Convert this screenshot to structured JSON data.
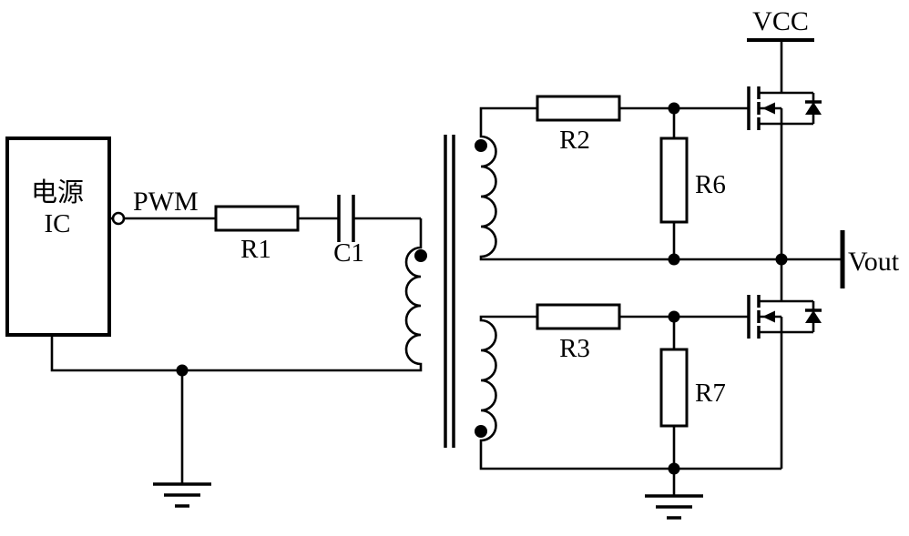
{
  "labels": {
    "ic_line1": "电源",
    "ic_line2": "IC",
    "pwm": "PWM",
    "r1": "R1",
    "c1": "C1",
    "r2": "R2",
    "r3": "R3",
    "r6": "R6",
    "r7": "R7",
    "vcc": "VCC",
    "vout": "Vout"
  },
  "colors": {
    "line": "#000000",
    "background": "#ffffff"
  }
}
